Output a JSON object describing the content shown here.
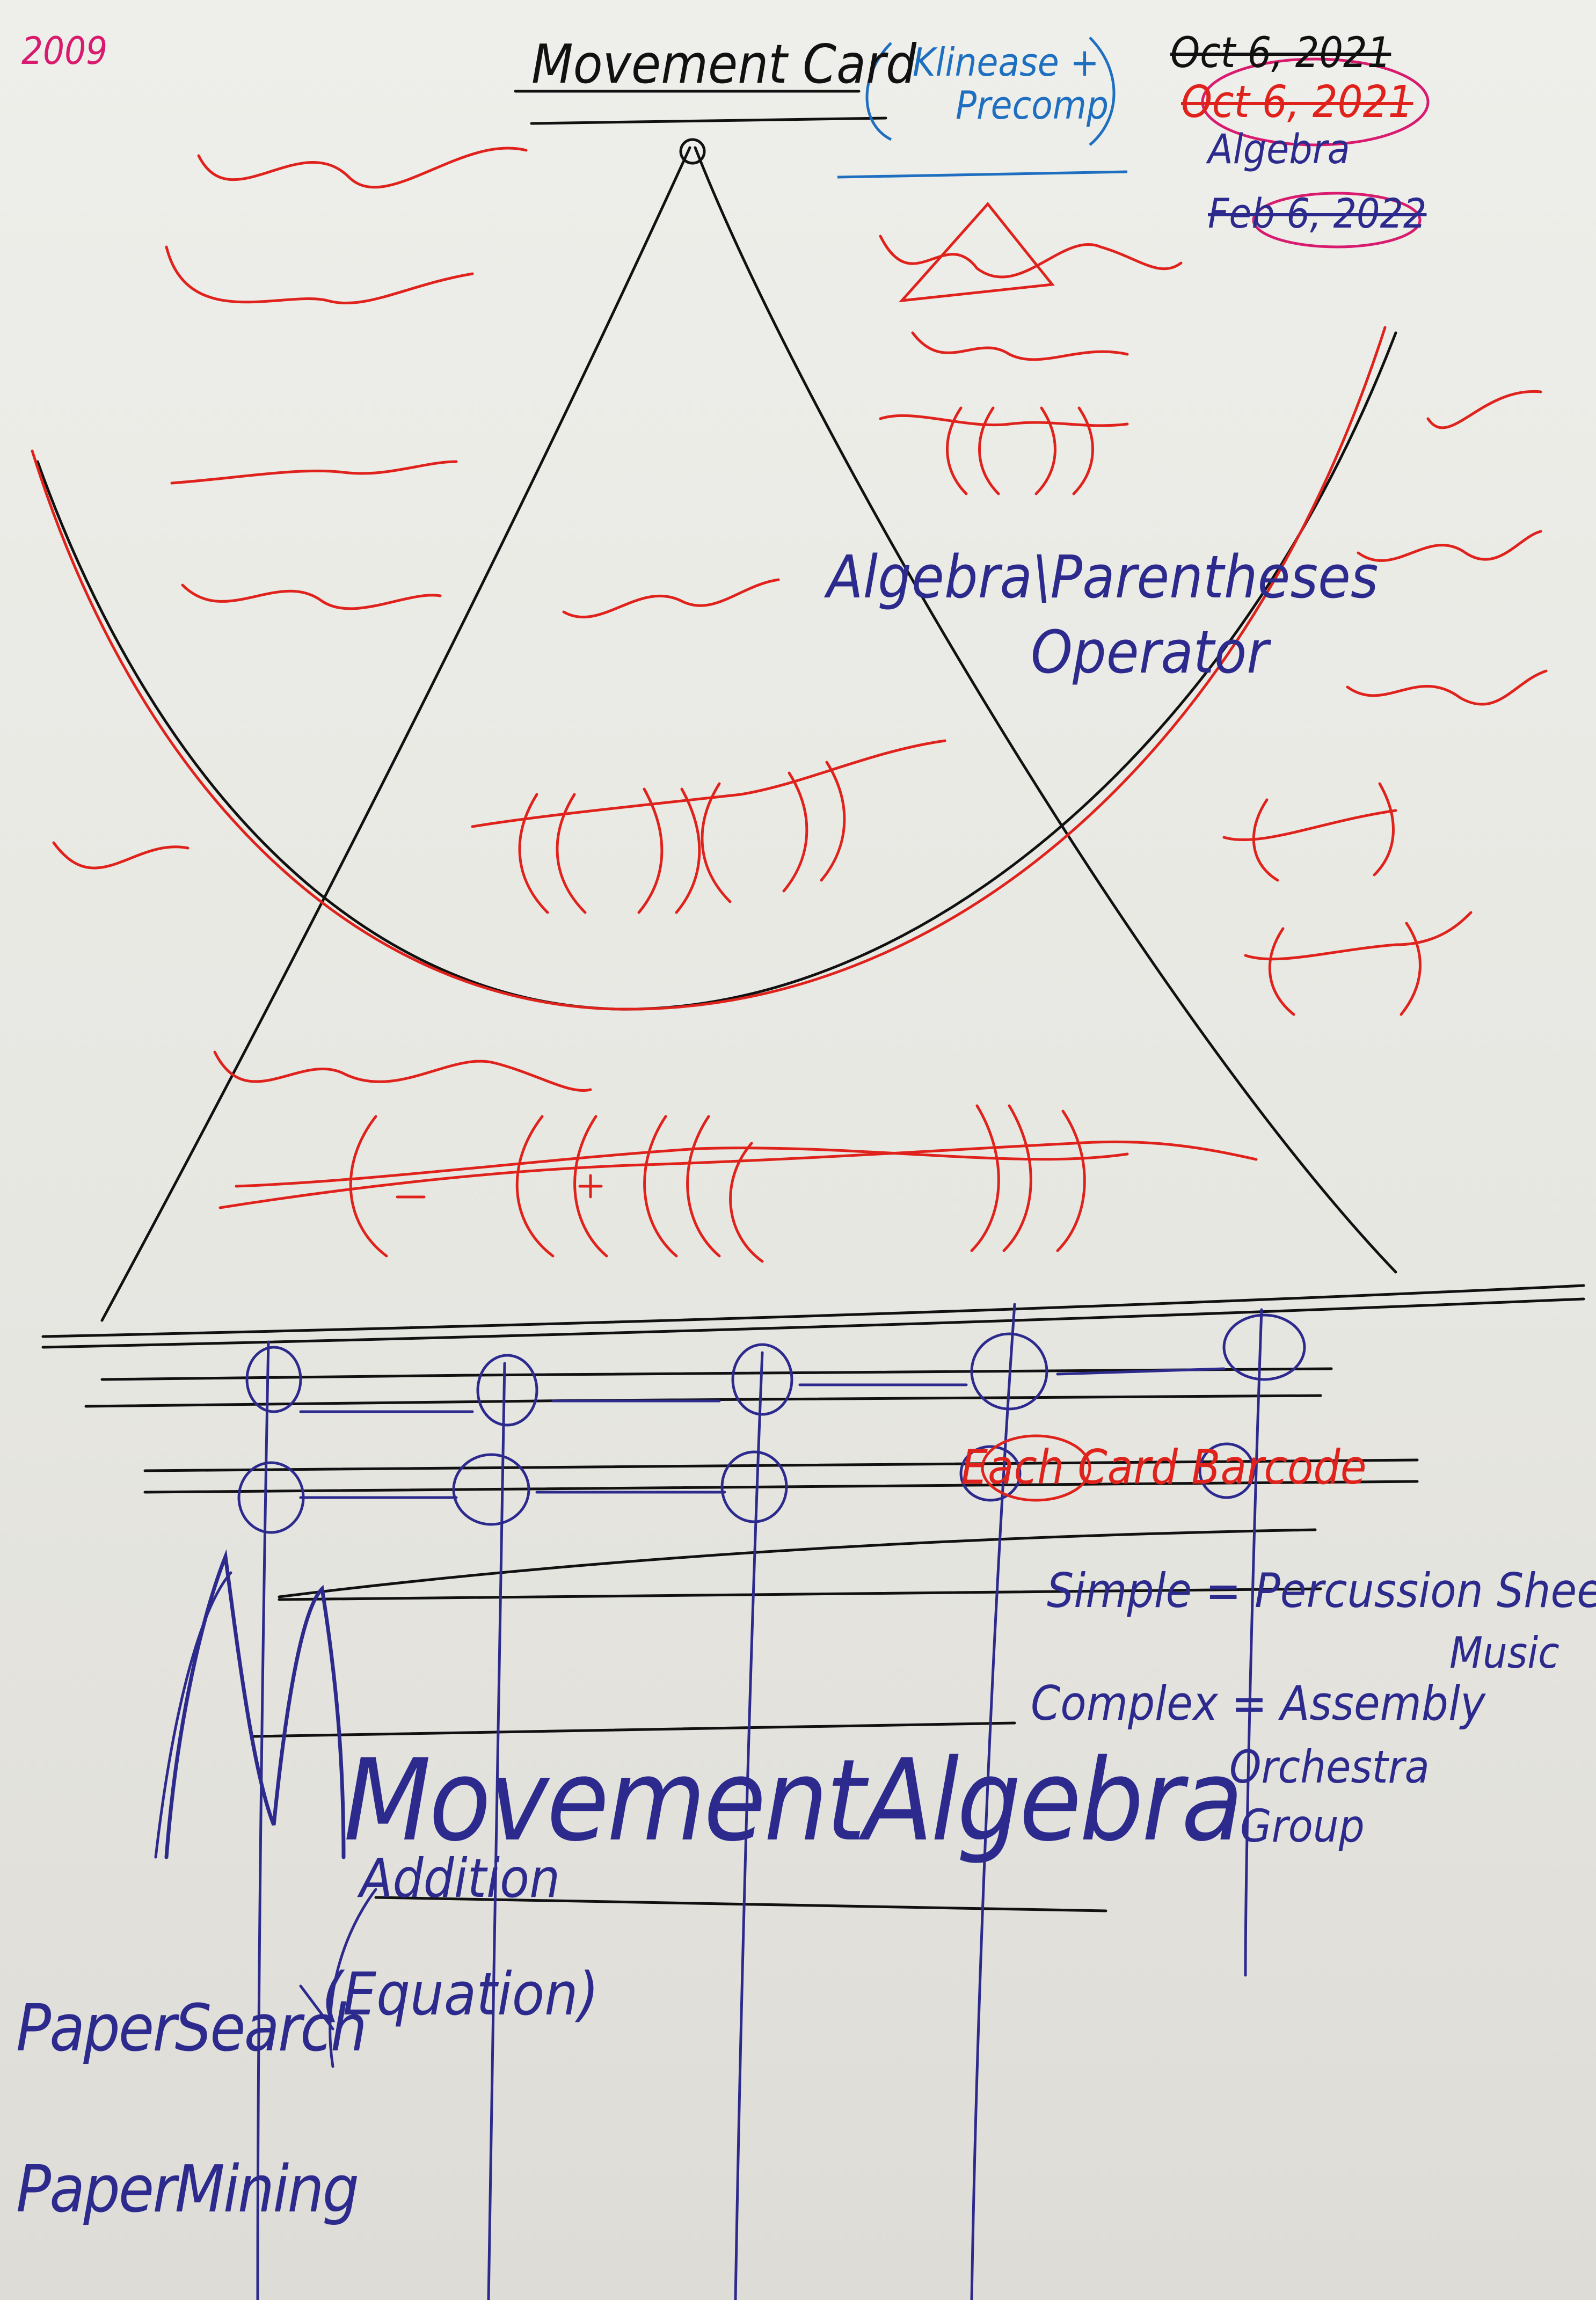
{
  "page": {
    "year": "2009",
    "title": "Movement Card",
    "title_note_line1": "Klinease +",
    "title_note_line2": "Precomp",
    "dates": [
      "Oct 6, 2021",
      "Oct 6, 2021",
      "Algebra",
      "Feb 6, 2022"
    ],
    "center_label_line1": "Algebra\\Parentheses",
    "center_label_line2": "Operator",
    "each_card_label": "Each Card Barcode",
    "heading": "MovementAlgebra",
    "simple_line": "Simple = Percussion Sheet",
    "simple_line_cont": "Music",
    "complex_line": "Complex = Assembly",
    "complex_line_cont1": "Orchestra",
    "complex_line_cont2": "Group",
    "addition": "Addition",
    "equation": "(Equation)",
    "paper_search": "PaperSearch",
    "paper_mining": "PaperMining"
  },
  "colors": {
    "black_pen": "#111111",
    "red_pen": "#e0221c",
    "blue_pen": "#2d2a8e",
    "light_blue_pen": "#1e6fc0",
    "pink_pen": "#d81b6e",
    "paper": "#eeeeea"
  }
}
